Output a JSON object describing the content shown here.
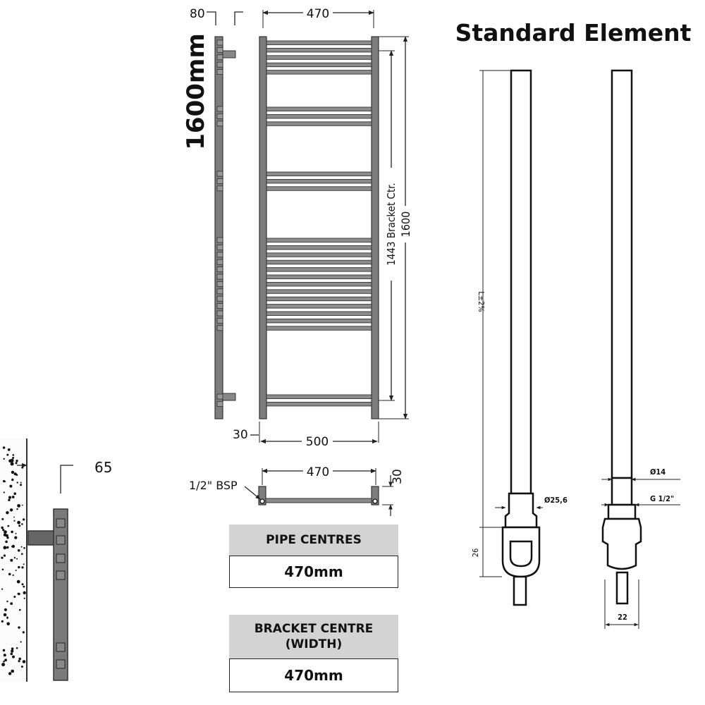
{
  "title": "Standard Element",
  "dimensions": {
    "height_label": "1600mm",
    "depth": "80",
    "top_width": "470",
    "bracket_ctr": "1443  Bracket Ctr.",
    "overall_height": "1600",
    "bottom_offset": "30",
    "bottom_width": "500",
    "wall_gap": "65",
    "bsp_label": "1/2\" BSP",
    "pipe_width": "470",
    "pipe_offset": "30"
  },
  "tables": {
    "pipe_centres_header": "PIPE CENTRES",
    "pipe_centres_value": "470mm",
    "bracket_centre_header_line1": "BRACKET CENTRE",
    "bracket_centre_header_line2": "(WIDTH)",
    "bracket_centre_value": "470mm"
  },
  "element": {
    "length_label": "L±2%",
    "dia_outer": "Ø25,6",
    "dia_inner": "Ø14",
    "thread": "G 1/2\"",
    "head_height": "26",
    "head_width": "22"
  }
}
